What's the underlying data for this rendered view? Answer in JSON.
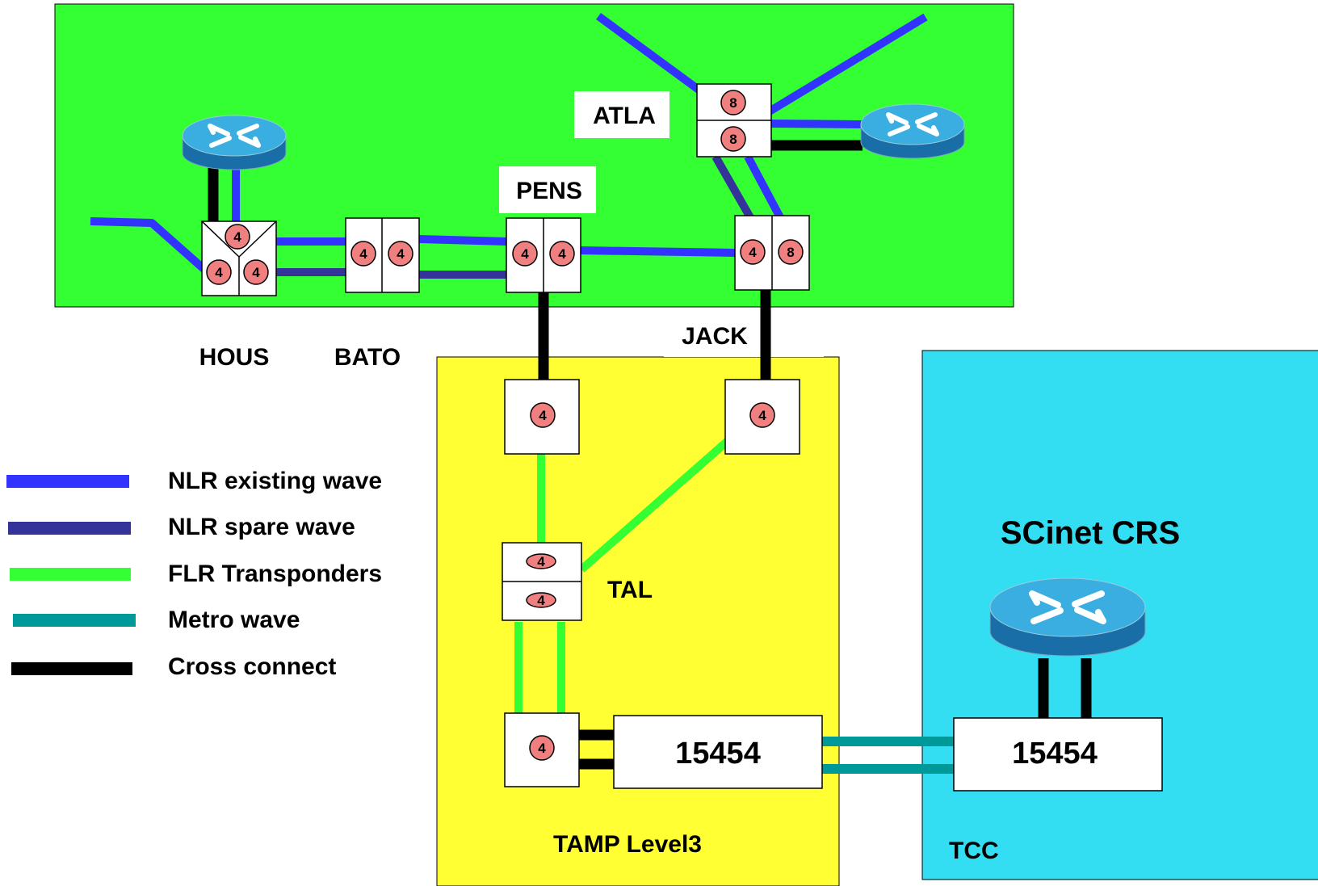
{
  "colors": {
    "region_nlr": "#33ff33",
    "region_tamp": "#ffff33",
    "region_tcc": "#33ddf2",
    "nlr_existing": "#3333ff",
    "nlr_spare": "#333399",
    "flr": "#33ff33",
    "metro": "#009999",
    "cross": "#000000",
    "badge": "#f08080"
  },
  "labels": {
    "hous": "HOUS",
    "bato": "BATO",
    "pens": "PENS",
    "jack": "JACK",
    "atla": "ATLA",
    "tal": "TAL",
    "tamp": "TAMP Level3",
    "tcc": "TCC",
    "scinet": "SCinet CRS",
    "ons_tamp": "15454",
    "ons_tcc": "15454"
  },
  "badges": {
    "hous_top": "4",
    "hous_left": "4",
    "hous_right": "4",
    "bato_left": "4",
    "bato_right": "4",
    "pens_left": "4",
    "pens_right": "4",
    "jack_left": "4",
    "jack_right": "8",
    "atla_top": "8",
    "atla_bottom": "8",
    "tamp_pens": "4",
    "tamp_jack": "4",
    "tal_top": "4",
    "tal_bottom": "4",
    "tamp_bottom": "4"
  },
  "legend": {
    "items": [
      {
        "label": "NLR existing wave",
        "color": "#3333ff"
      },
      {
        "label": "NLR spare wave",
        "color": "#333399"
      },
      {
        "label": "FLR Transponders",
        "color": "#33ff33"
      },
      {
        "label": "Metro wave",
        "color": "#009999"
      },
      {
        "label": "Cross connect",
        "color": "#000000"
      }
    ]
  },
  "icons": [
    "router-icon"
  ]
}
